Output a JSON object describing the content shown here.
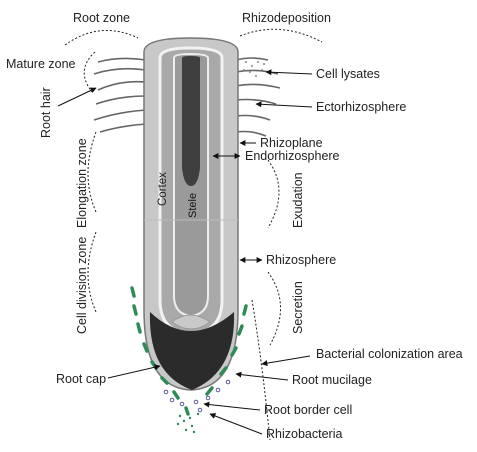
{
  "labels": {
    "root_zone": "Root zone",
    "rhizodeposition": "Rhizodeposition",
    "mature_zone": "Mature zone",
    "root_hair": "Root hair",
    "elongation_zone": "Elongation zone",
    "cell_division_zone": "Cell division zone",
    "root_cap": "Root cap",
    "cortex": "Cortex",
    "stele": "Stele",
    "cell_lysates": "Cell lysates",
    "ectorhizosphere": "Ectorhizosphere",
    "rhizoplane": "Rhizoplane",
    "endorhizosphere": "Endorhizosphere",
    "exudation": "Exudation",
    "rhizosphere": "Rhizosphere",
    "secretion": "Secretion",
    "bacterial_colonization_area": "Bacterial colonization area",
    "root_mucilage": "Root mucilage",
    "root_border_cell": "Root border cell",
    "rhizobacteria": "Rhizobacteria"
  },
  "colors": {
    "outer_root": "#c8c8c8",
    "cortex_band": "#a9a9a9",
    "stele_core": "#3f3f3f",
    "root_cap": "#2b2b2b",
    "bacteria": "#2e8b57",
    "line": "#111111"
  }
}
